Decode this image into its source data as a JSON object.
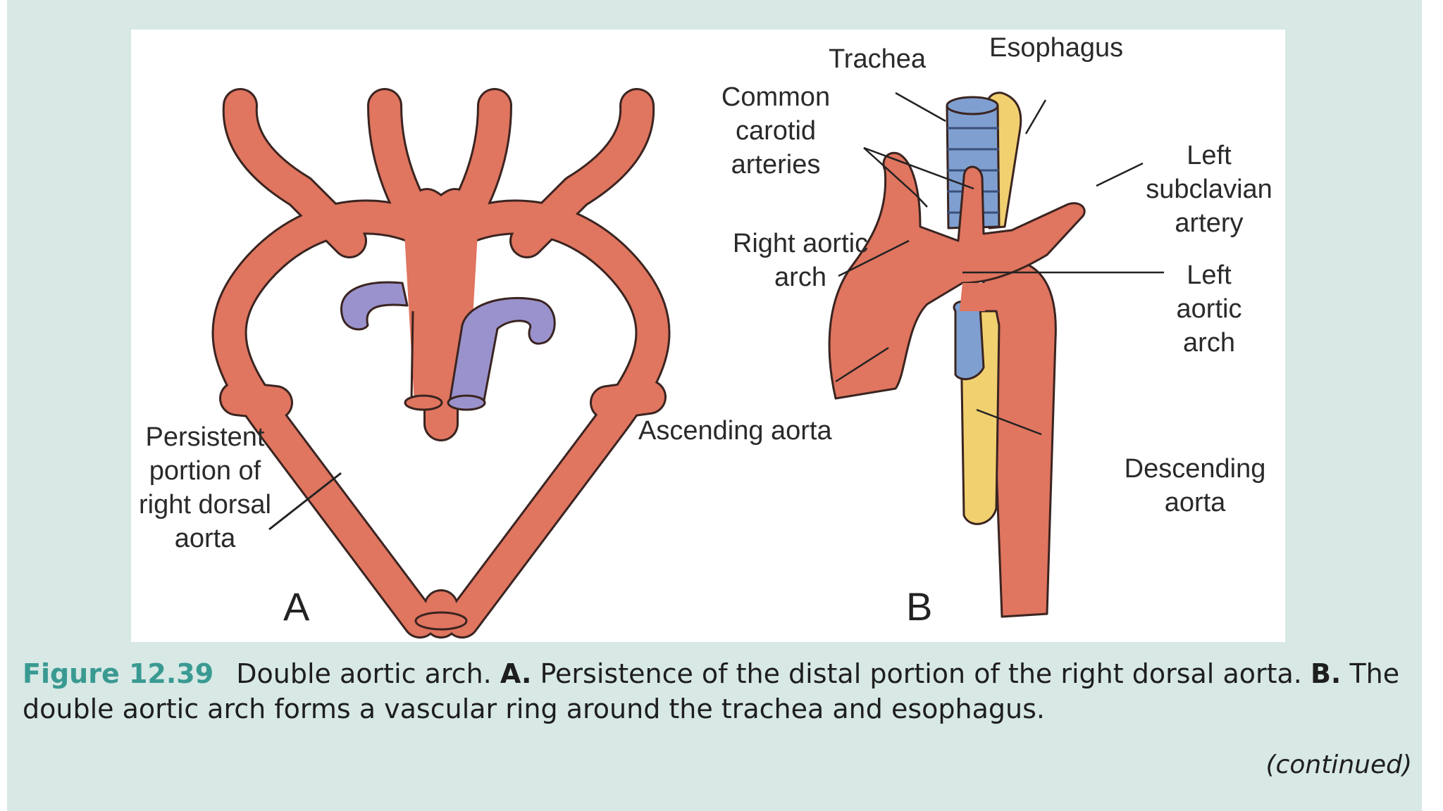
{
  "panel_a": {
    "letter": "A",
    "label_persistent": [
      "Persistent",
      "portion of",
      "right dorsal",
      "aorta"
    ]
  },
  "panel_b": {
    "letter": "B",
    "label_trachea": "Trachea",
    "label_esophagus": "Esophagus",
    "label_common_carotid": [
      "Common",
      "carotid",
      "arteries"
    ],
    "label_right_aortic_arch": [
      "Right aortic",
      "arch"
    ],
    "label_left_subclavian": [
      "Left",
      "subclavian",
      "artery"
    ],
    "label_left_aortic_arch": [
      "Left",
      "aortic",
      "arch"
    ],
    "label_ascending_aorta": "Ascending aorta",
    "label_descending_aorta": [
      "Descending",
      "aorta"
    ]
  },
  "caption": {
    "figure_number": "Figure 12.39",
    "title": "Double aortic arch.",
    "part_a_letter": "A.",
    "part_a_text": "Persistence of the distal portion of the right dorsal aorta.",
    "part_b_letter": "B.",
    "part_b_text": "The double aortic arch forms a vascular ring around the trachea and esophagus."
  },
  "continued": "(continued)",
  "colors": {
    "background": "#d7e8e5",
    "artery": "#e07560",
    "artery_outline": "#3a2420",
    "trachea": "#7f9fd0",
    "esophagus": "#f1d070",
    "pulmonary": "#9a92cc",
    "figure_number": "#3a9a92"
  }
}
